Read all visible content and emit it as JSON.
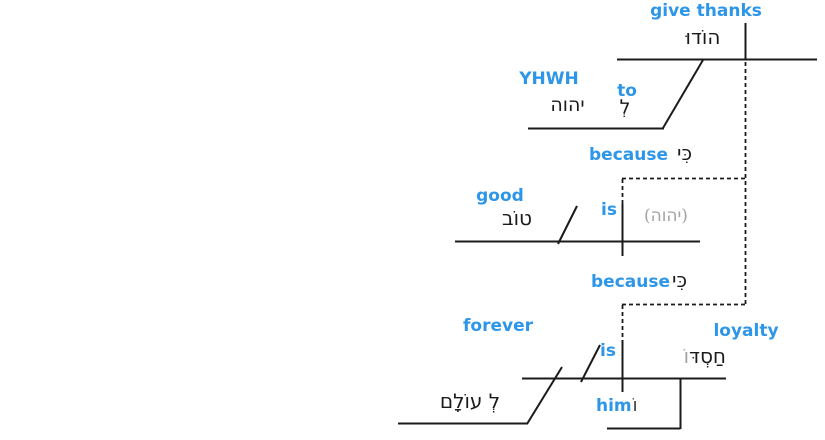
{
  "colors": {
    "accent": "#2d96e8",
    "ink": "#1b1b1b",
    "muted": "#a3a3a3"
  },
  "main_clause": {
    "verb_gloss": "give thanks",
    "verb_hebrew": "הוֹדוּ",
    "prep_gloss": "to",
    "prep_hebrew": "לְ",
    "prep_obj_gloss": "YHWH",
    "prep_obj_hebrew": "יהוה"
  },
  "because1": {
    "conj_gloss": "because",
    "conj_hebrew": "כִּי"
  },
  "clause2": {
    "pred_gloss": "good",
    "pred_hebrew": "טוֹב",
    "copula_gloss": "is",
    "implied_subject": "(יהוה)"
  },
  "because2": {
    "conj_gloss": "because",
    "conj_hebrew": "כִּי"
  },
  "clause3": {
    "adv_gloss": "forever",
    "adv_hebrew": "לְ עוֹלָם",
    "copula_gloss": "is",
    "subj_gloss": "loyalty",
    "subj_hebrew_stem": "חַסְדּ",
    "subj_hebrew_suffix": "וֹ",
    "suffix_gloss": "him",
    "suffix_hebrew": "וֹ"
  }
}
